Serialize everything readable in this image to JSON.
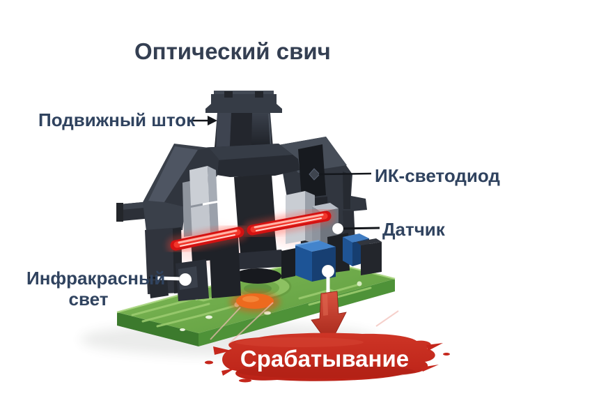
{
  "title": "Оптический свич",
  "callouts": {
    "stem": "Подвижный шток",
    "ir_led": "ИК-светодиод",
    "sensor": "Датчик",
    "ir_light": "Инфракрасный свет"
  },
  "badge": {
    "label": "Срабатывание",
    "bg_color": "#C5271C",
    "text_color": "#FFFFFF"
  },
  "colors": {
    "title_text": "#343F52",
    "callout_text": "#30435F",
    "beam_red": "#E31A1A",
    "beam_highlight": "#FFD7D0",
    "pcb_green_top": "#6FAE49",
    "pcb_green_side": "#3C7A2D",
    "sensor_blue": "#2B6CB8",
    "switch_body_dark": "#31353E",
    "switch_body_light": "#4C5360",
    "silver_part": "#CBCFD5",
    "orange_glow": "#ED6A1E",
    "arrow_red": "#B02A1E",
    "background": "#FFFFFF"
  },
  "icons": {
    "stem_pointer": "right-arrow",
    "actuation_pointer": "down-arrow",
    "sensor_pointer": "dot-line",
    "ir_light_pointer": "dot-line",
    "ir_led_pointer": "line"
  }
}
